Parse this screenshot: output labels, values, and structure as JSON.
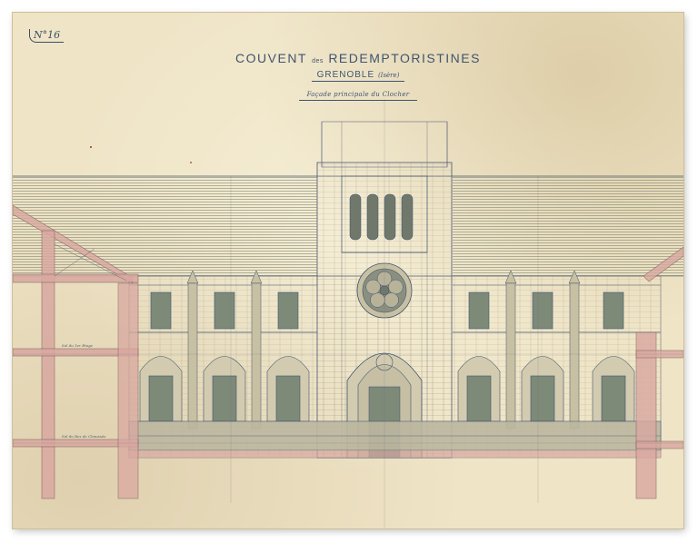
{
  "sheet": {
    "number": "N°16"
  },
  "title": {
    "line1_a": "COUVENT",
    "line1_small": "des",
    "line1_b": "REDEMPTORISTINES",
    "city": "GRENOBLE",
    "dept": "(Isère)",
    "subtitle": "Façade principale du Clocher"
  },
  "annotations": {
    "level_upper": "Sol du 1er Etage",
    "level_lower": "Sol du Rez de Chaussée"
  },
  "colors": {
    "paper": "#efe4c6",
    "ink": "#3f5470",
    "wash_pink": "#d9a8a0",
    "wash_gray": "#8e9484",
    "window_fill": "#7e8a78"
  }
}
